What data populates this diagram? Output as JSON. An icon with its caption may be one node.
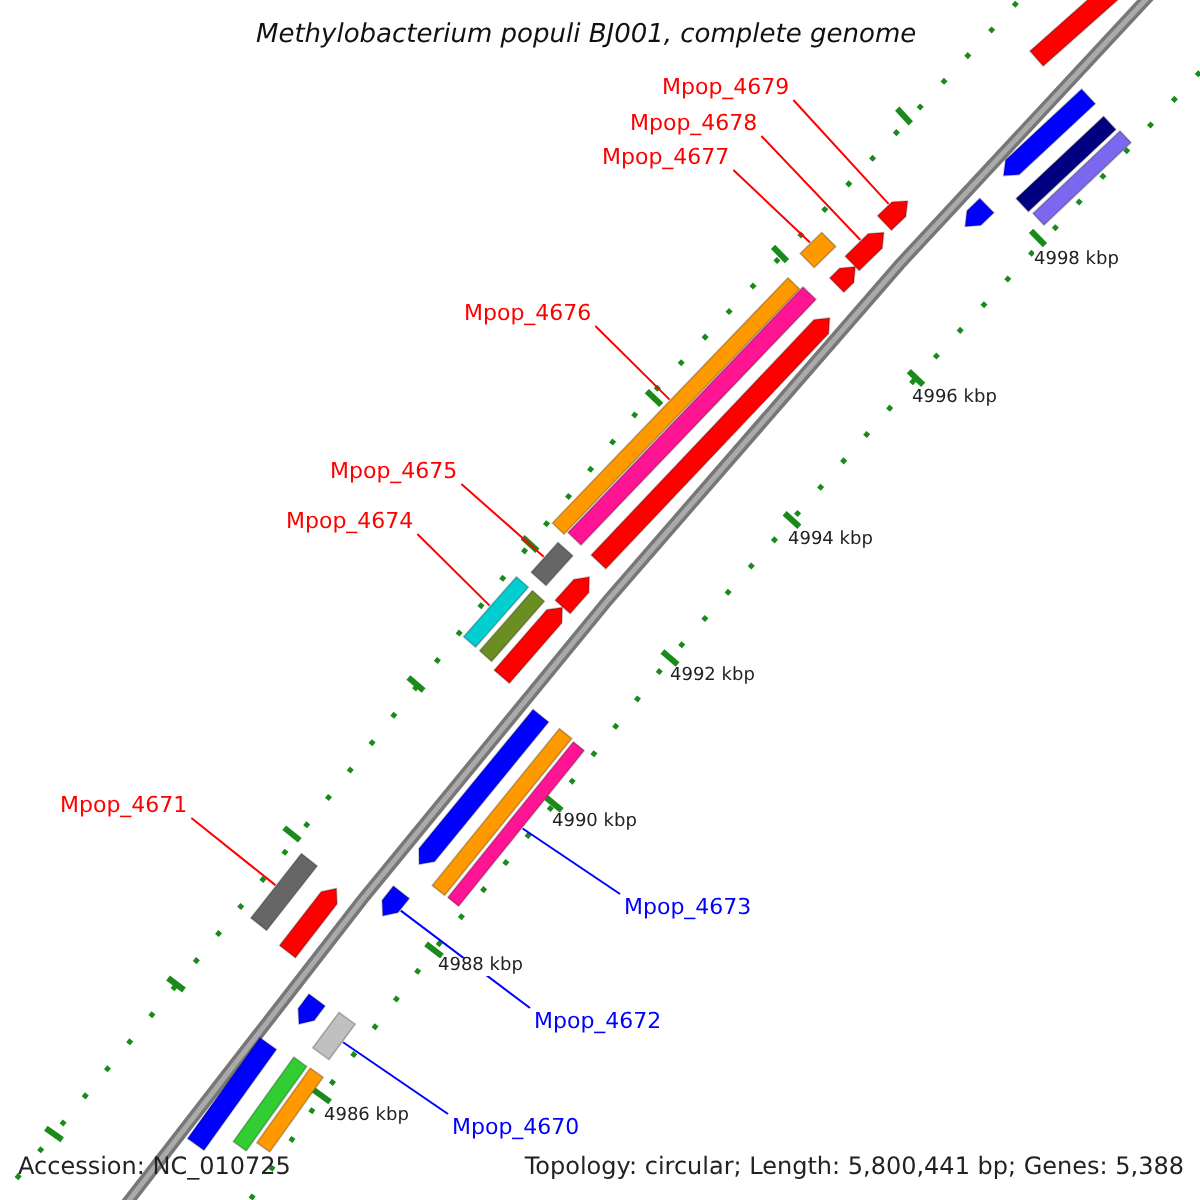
{
  "diagram": {
    "title": "Methylobacterium populi BJ001, complete genome",
    "nodes": [
      {
        "text": [
          "Mpop_4679"
        ]
      },
      {
        "text": [],
        "shape": "arrow"
      },
      {
        "text": [
          "Mpop_4678"
        ]
      },
      {
        "text": [],
        "shape": "arrow"
      },
      {
        "text": [
          "Mpop_4677"
        ]
      },
      {
        "text": [],
        "shape": "bar"
      },
      {
        "text": [
          "Mpop_4676"
        ]
      },
      {
        "text": [],
        "shape": "bar"
      },
      {
        "text": [
          "Mpop_4675"
        ]
      },
      {
        "text": [],
        "shape": "bar"
      },
      {
        "text": [
          "Mpop_4674"
        ]
      },
      {
        "text": [],
        "shape": "bar"
      },
      {
        "text": [
          "Mpop_4671"
        ]
      },
      {
        "text": [],
        "shape": "bar"
      },
      {
        "text": [
          "Mpop_4673"
        ]
      },
      {
        "text": [],
        "shape": "bar"
      },
      {
        "text": [
          "Mpop_4672"
        ]
      },
      {
        "text": [],
        "shape": "arrow"
      },
      {
        "text": [
          "Mpop_4670"
        ]
      },
      {
        "text": [],
        "shape": "bar"
      },
      {
        "text": [],
        "shape": "arrow"
      },
      {
        "text": [],
        "shape": "arrow"
      },
      {
        "text": [],
        "shape": "arrow"
      },
      {
        "text": [],
        "shape": "bar"
      },
      {
        "text": [],
        "shape": "arrow"
      },
      {
        "text": [],
        "shape": "bar"
      },
      {
        "text": [],
        "shape": "arrow"
      },
      {
        "text": [],
        "shape": "arrow"
      },
      {
        "text": [],
        "shape": "arrow"
      },
      {
        "text": [],
        "shape": "bar"
      },
      {
        "text": [],
        "shape": "bar"
      },
      {
        "text": [],
        "shape": "arrow"
      },
      {
        "text": [],
        "shape": "arrow"
      },
      {
        "text": [],
        "shape": "bar"
      },
      {
        "text": [],
        "shape": "arrow"
      },
      {
        "text": [],
        "shape": "bar"
      },
      {
        "text": [],
        "shape": "bar"
      },
      {
        "text": [],
        "shape": "bar"
      }
    ],
    "edges": [
      {
        "from": 0,
        "to": 1,
        "arrow": "none"
      },
      {
        "from": 2,
        "to": 3,
        "arrow": "none"
      },
      {
        "from": 4,
        "to": 5,
        "arrow": "none"
      },
      {
        "from": 6,
        "to": 7,
        "arrow": "none"
      },
      {
        "from": 8,
        "to": 9,
        "arrow": "none"
      },
      {
        "from": 10,
        "to": 11,
        "arrow": "none"
      },
      {
        "from": 12,
        "to": 13,
        "arrow": "none"
      },
      {
        "from": 14,
        "to": 15,
        "arrow": "none",
        "color": "#0000ff"
      },
      {
        "from": 16,
        "to": 17,
        "arrow": "none",
        "color": "#0000ff"
      },
      {
        "from": 18,
        "to": 19,
        "arrow": "none",
        "color": "#0000ff"
      }
    ],
    "labels": [
      "4998 kbp",
      "4996 kbp",
      "4994 kbp",
      "4992 kbp",
      "4990 kbp",
      "4988 kbp",
      "4986 kbp",
      "Accession: NC_010725",
      "Topology: circular; Length: 5,800,441 bp; Genes: 5,388"
    ]
  }
}
